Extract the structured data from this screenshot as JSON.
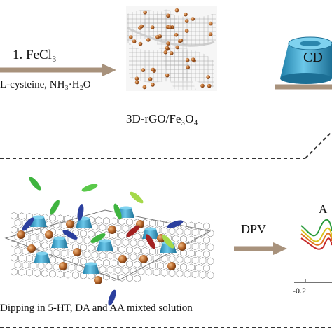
{
  "top": {
    "step_label": "1. FeCl₃",
    "conditions": "L-cysteine, NH₃·H₂O",
    "product_label": "3D-rGO/Fe₃O₄",
    "cd_label": "CD"
  },
  "bottom": {
    "method_label": "DPV",
    "peak_letter": "A",
    "axis_tick": "-0.2",
    "caption": "Dipping in 5-HT, DA and AA mixted solution"
  },
  "colors": {
    "arrow": "#a8927c",
    "cyclodextrin": "#3aa3cc",
    "particle": "#b8672a",
    "dash": "#333333"
  }
}
